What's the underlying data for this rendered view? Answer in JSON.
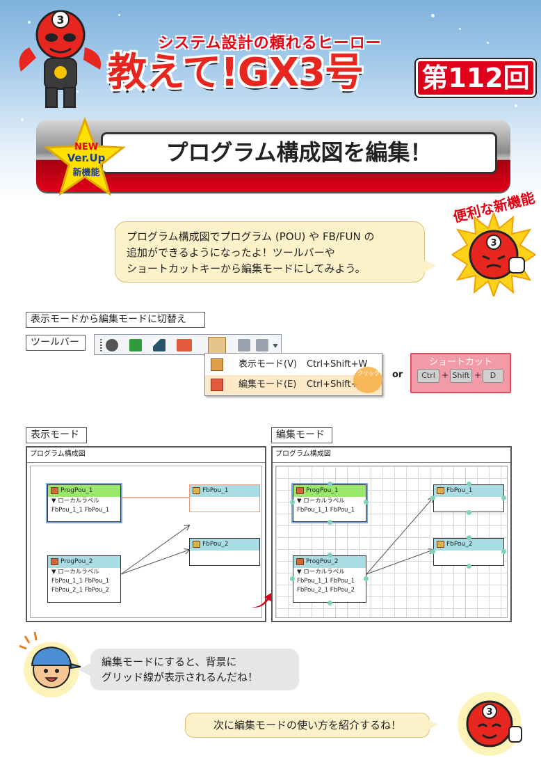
{
  "header": {
    "subtitle": "システム設計の頼れるヒーロー",
    "title": "教えて!GX3号",
    "episode": "第112回"
  },
  "banner": {
    "badge_new": "NEW",
    "badge_ver": "Ver.Up",
    "badge_feature": "新機能",
    "title": "プログラム構成図を編集！"
  },
  "intro": {
    "tag": "便利な新機能",
    "lines": [
      "プログラム構成図でプログラム (POU) や FB/FUN の",
      "追加ができるようになったよ！ツールバーや",
      "ショートカットキーから編集モードにしてみよう。"
    ]
  },
  "switch_section": {
    "heading": "表示モードから編集モードに切替え",
    "toolbar_label": "ツールバー",
    "menu": [
      {
        "label": "表示モード(V)",
        "shortcut": "Ctrl+Shift+W"
      },
      {
        "label": "編集モード(E)",
        "shortcut": "Ctrl+Shift+"
      }
    ],
    "click_hint": "クリック",
    "or": "or",
    "shortcut": {
      "title": "ショートカット",
      "keys": [
        "Ctrl",
        "Shift",
        "D"
      ],
      "plus": "+"
    }
  },
  "panels": [
    {
      "label": "表示モード",
      "window_title": "プログラム構成図",
      "nodes": [
        {
          "name": "ProgPou_1",
          "sub": "▼ ローカルラベル",
          "rows": [
            "FbPou_1_1 FbPou_1"
          ]
        },
        {
          "name": "FbPou_1",
          "sub": "",
          "rows": []
        },
        {
          "name": "FbPou_2",
          "sub": "",
          "rows": []
        },
        {
          "name": "ProgPou_2",
          "sub": "▼ ローカルラベル",
          "rows": [
            "FbPou_1_1 FbPou_1",
            "FbPou_2_1 FbPou_2"
          ]
        }
      ]
    },
    {
      "label": "編集モード",
      "window_title": "プログラム構成図",
      "nodes": [
        {
          "name": "ProgPou_1",
          "sub": "▼ ローカルラベル",
          "rows": [
            "FbPou_1_1 FbPou_1"
          ]
        },
        {
          "name": "FbPou_1",
          "sub": "",
          "rows": []
        },
        {
          "name": "FbPou_2",
          "sub": "",
          "rows": []
        },
        {
          "name": "ProgPou_2",
          "sub": "▼ ローカルラベル",
          "rows": [
            "FbPou_1_1 FbPou_1",
            "FbPou_2_1 FbPou_2"
          ]
        }
      ]
    }
  ],
  "comments": {
    "kid": [
      "編集モードにすると、背景に",
      "グリッド線が表示されるんだね！"
    ],
    "closing": "次に編集モードの使い方を紹介するね！"
  },
  "colors": {
    "accent_red": "#e60012",
    "selected_header": "#99e86c",
    "fb_header": "#a9dde3",
    "handle": "#7fd3bb"
  }
}
